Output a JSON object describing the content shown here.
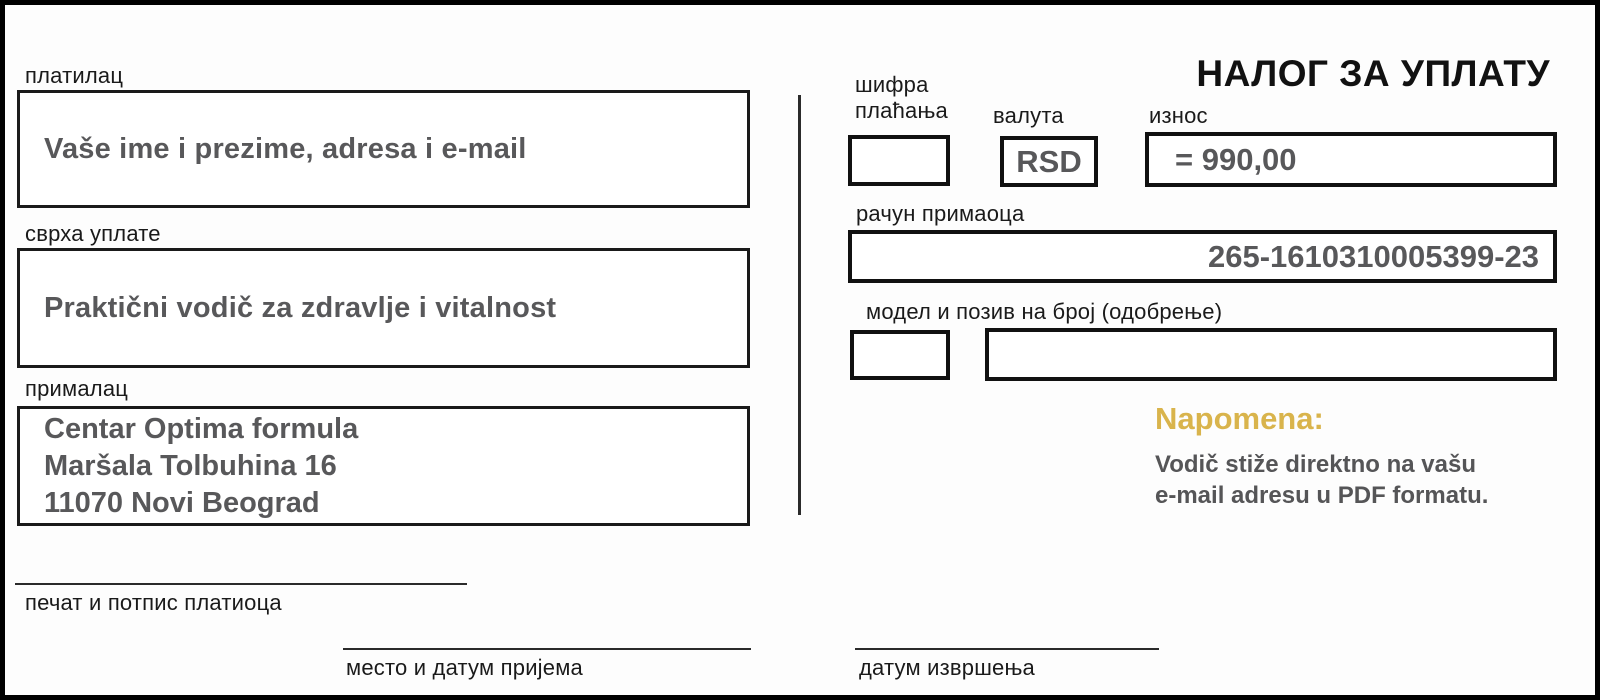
{
  "form": {
    "title": "НАЛОГ ЗА УПЛАТУ",
    "payer": {
      "label": "платилац",
      "value": "Vaše ime i prezime, adresa i e-mail"
    },
    "purpose": {
      "label": "сврха уплате",
      "value": "Praktični vodič za zdravlje i vitalnost"
    },
    "recipient": {
      "label": "прималац",
      "lines": [
        "Centar Optima formula",
        "Maršala Tolbuhina 16",
        "11070 Novi Beograd"
      ]
    },
    "payment_code": {
      "label": "шифра плаћања",
      "value": ""
    },
    "currency": {
      "label": "валута",
      "value": "RSD"
    },
    "amount": {
      "label": "износ",
      "value": "= 990,00"
    },
    "recipient_account": {
      "label": "рачун примаоца",
      "value": "265-1610310005399-23"
    },
    "model_reference": {
      "label": "модел и позив на број (одобрење)",
      "model_value": "",
      "reference_value": ""
    },
    "note": {
      "heading": "Napomena:",
      "lines": [
        "Vodič stiže direktno na vašu",
        "e-mail adresu u PDF formatu."
      ]
    },
    "signature": {
      "label": "печат и потпис платиоца"
    },
    "receipt_place_date": {
      "label": "место и датум пријема"
    },
    "execution_date": {
      "label": "датум извршења"
    }
  },
  "colors": {
    "accent_gold": "#d9b44c",
    "value_gray": "#58585a",
    "label_black": "#1a1a1a"
  }
}
